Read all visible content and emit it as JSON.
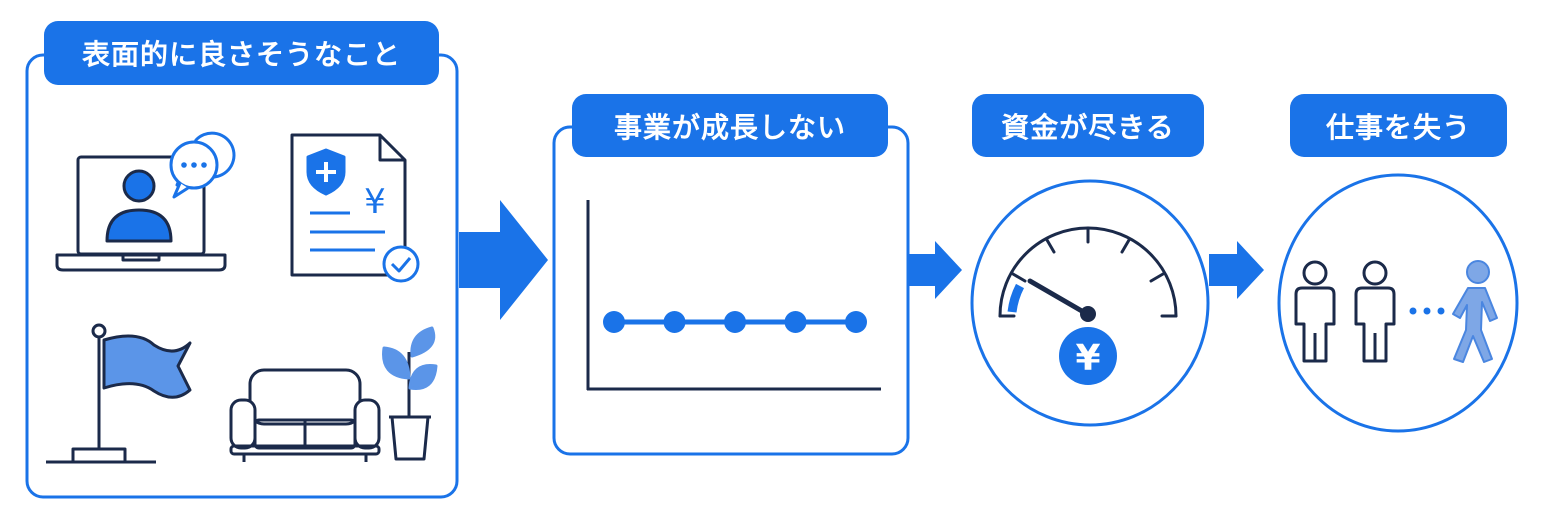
{
  "colors": {
    "primary": "#1a73e8",
    "outline": "#1b2a4a",
    "light_blue": "#5b95e8",
    "gray_blue": "#7ea7e6"
  },
  "panels": [
    {
      "label": "表面的に良さそうなこと",
      "icons": [
        "video-call-icon",
        "insurance-document-icon",
        "flag-icon",
        "sofa-icon",
        "potted-plant-icon"
      ]
    },
    {
      "label": "事業が成長しない",
      "icons": [
        "flat-line-chart-icon"
      ]
    },
    {
      "label": "資金が尽きる",
      "icons": [
        "fuel-gauge-icon",
        "yen-coin-icon"
      ]
    },
    {
      "label": "仕事を失う",
      "icons": [
        "person-icon",
        "person-icon",
        "ellipsis-icon",
        "walking-person-icon"
      ]
    }
  ],
  "symbols": {
    "currency": "¥"
  },
  "chart_data": {
    "type": "line",
    "x": [
      1,
      2,
      3,
      4,
      5
    ],
    "values": [
      1,
      1,
      1,
      1,
      1
    ],
    "ylim": [
      0,
      3
    ]
  }
}
